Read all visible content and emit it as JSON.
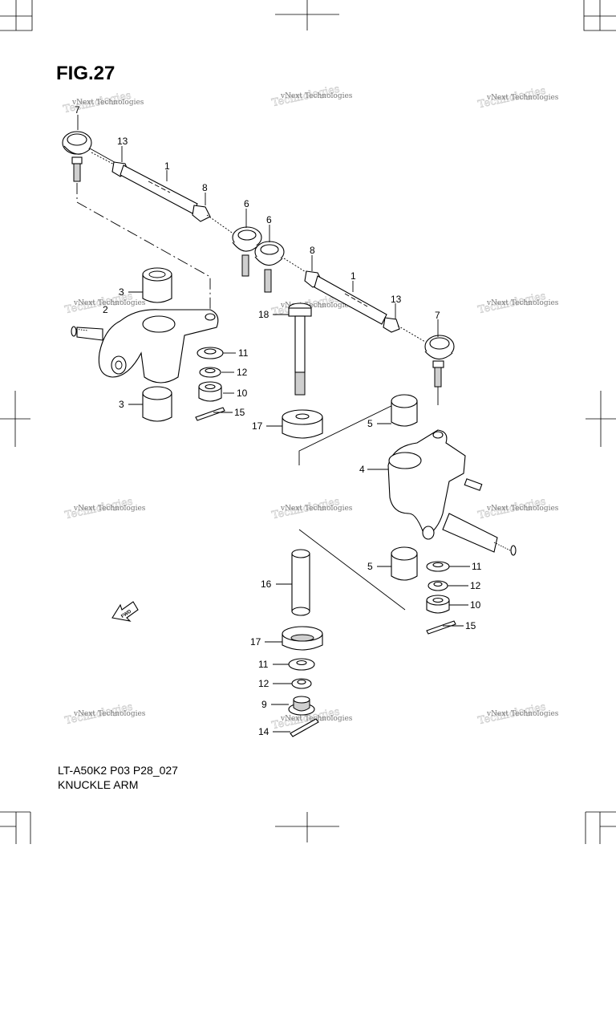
{
  "figure": {
    "title": "FIG.27",
    "code": "LT-A50K2 P03 P28_027",
    "name": "KNUCKLE ARM",
    "fwd_label": "FWD"
  },
  "watermark": {
    "line1": "vNext Technologies",
    "line2": "Technologies"
  },
  "callouts": [
    "7",
    "13",
    "1",
    "8",
    "6",
    "6",
    "8",
    "1",
    "13",
    "7",
    "3",
    "2",
    "18",
    "11",
    "12",
    "10",
    "3",
    "15",
    "17",
    "5",
    "4",
    "16",
    "5",
    "11",
    "12",
    "10",
    "15",
    "17",
    "11",
    "12",
    "9",
    "14"
  ]
}
